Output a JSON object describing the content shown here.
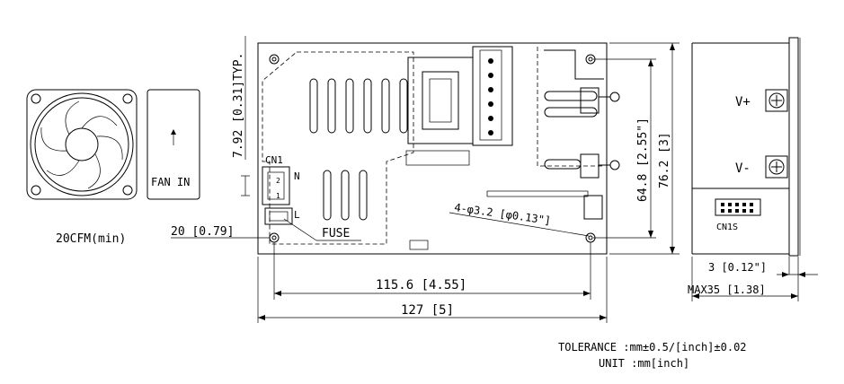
{
  "labels": {
    "typ_dim": "7.92 [0.31]TYP.",
    "cn1": "CN1",
    "pin_n": "N",
    "pin_l": "L",
    "pin_2": "2",
    "pin_1": "1",
    "fuse": "FUSE",
    "fan_in": "FAN IN",
    "fan_cfm": "20CFM(min)",
    "dim_20": "20 [0.79]",
    "dim_115": "115.6 [4.55]",
    "dim_127": "127 [5]",
    "hole": "4-φ3.2 [φ0.13\"]",
    "dim_64": "64.8 [2.55\"]",
    "dim_76": "76.2 [3]",
    "v_plus": "V+",
    "v_minus": "V-",
    "cn1s": "CN1S",
    "dim_3": "3 [0.12\"]",
    "dim_max35": "MAX35 [1.38]",
    "tolerance": "TOLERANCE :mm±0.5/[inch]±0.02",
    "unit": "UNIT :mm[inch]"
  }
}
